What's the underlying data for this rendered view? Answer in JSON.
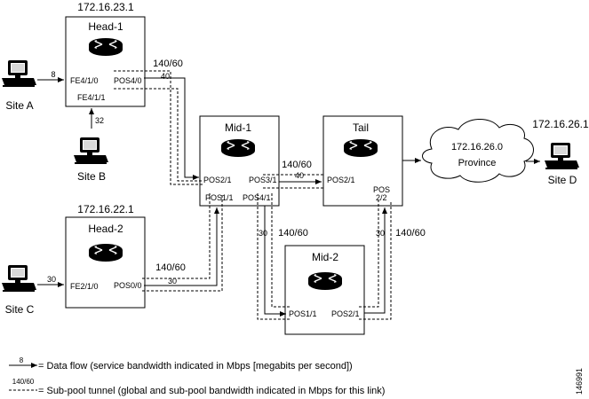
{
  "routers": {
    "head1": {
      "name": "Head-1",
      "ip": "172.16.23.1",
      "port_a": "FE4/1/0",
      "port_b": "FE4/1/1",
      "port_c": "POS4/0"
    },
    "head2": {
      "name": "Head-2",
      "ip": "172.16.22.1",
      "port_a": "FE2/1/0",
      "port_c": "POS0/0"
    },
    "mid1": {
      "name": "Mid-1",
      "port_a": "POS2/1",
      "port_b": "POS3/1",
      "port_c": "POS1/1",
      "port_d": "POS4/1"
    },
    "tail": {
      "name": "Tail",
      "port_a": "POS2/1",
      "port_b1": "POS",
      "port_b2": "2/2"
    },
    "mid2": {
      "name": "Mid-2",
      "port_a": "POS1/1",
      "port_b": "POS2/1"
    }
  },
  "sites": {
    "a": "Site A",
    "b": "Site B",
    "c": "Site C",
    "d": {
      "label": "Site D",
      "ip": "172.16.26.1"
    }
  },
  "cloud": {
    "ip": "172.16.26.0",
    "name": "Province"
  },
  "links": {
    "site_a_flow": "8",
    "site_b_flow": "32",
    "site_c_flow": "30",
    "head1_mid1_pool": "140/60",
    "head1_mid1_flow": "40",
    "mid1_tail_pool": "140/60",
    "mid1_tail_flow": "40",
    "head2_mid1_pool": "140/60",
    "head2_mid1_flow": "30",
    "mid1_mid2_flow": "30",
    "mid1_mid2_pool": "140/60",
    "mid2_tail_flow": "30",
    "mid2_tail_pool": "140/60"
  },
  "legend": {
    "flow_sample": "8",
    "flow_text": "= Data flow (service bandwidth indicated in Mbps [megabits per second])",
    "pool_sample": "140/60",
    "pool_text": "= Sub-pool tunnel (global and sub-pool bandwidth indicated in Mbps for this link)"
  },
  "figure_id": "146991"
}
